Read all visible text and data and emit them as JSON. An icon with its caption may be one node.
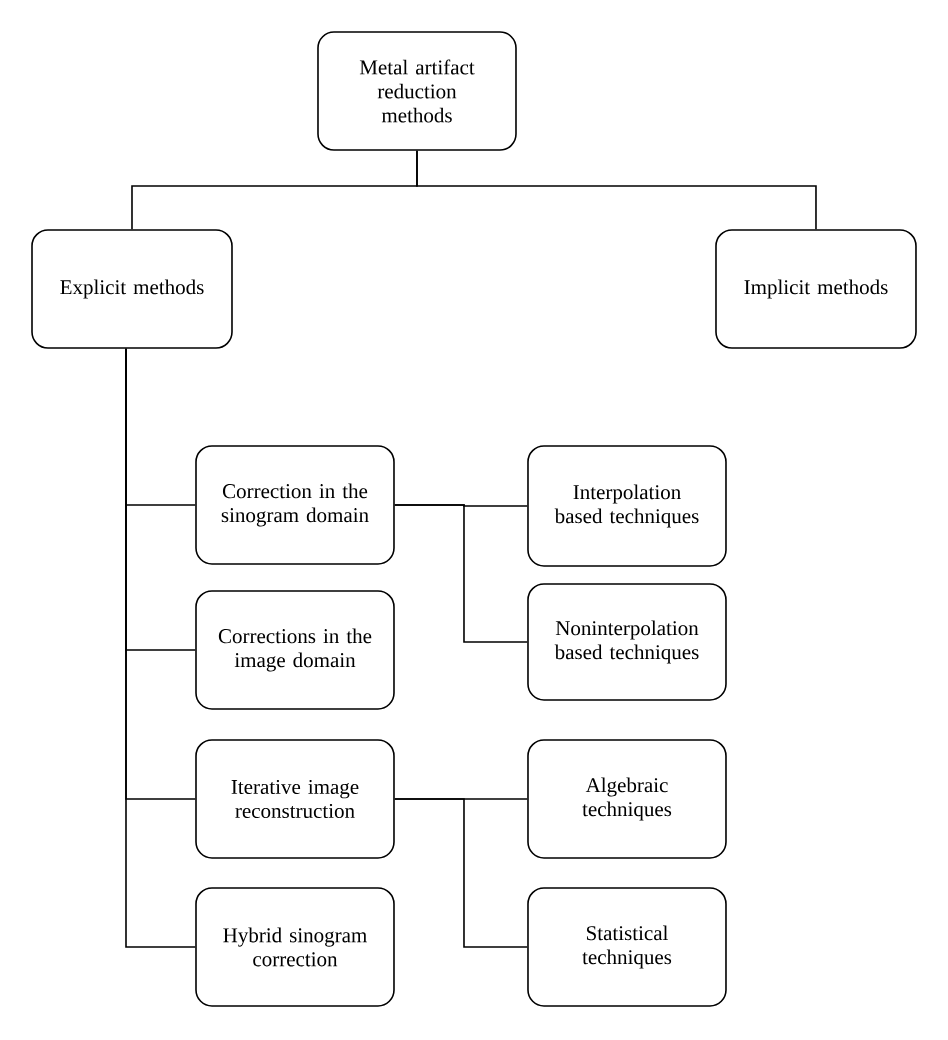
{
  "diagram": {
    "nodes": [
      {
        "text": [
          "Metal artifact reduction methods"
        ]
      },
      {
        "text": [
          "Explicit methods"
        ]
      },
      {
        "text": [
          "Implicit methods"
        ]
      },
      {
        "text": [
          "Correction in the sinogram domain"
        ]
      },
      {
        "text": [
          "Corrections in the image domain"
        ]
      },
      {
        "text": [
          "Iterative image reconstruction"
        ]
      },
      {
        "text": [
          "Hybrid sinogram correction"
        ]
      },
      {
        "text": [
          "Interpolation based techniques"
        ]
      },
      {
        "text": [
          "Noninterpolation based techniques"
        ]
      },
      {
        "text": [
          "Algebraic techniques"
        ]
      },
      {
        "text": [
          "Statistical techniques"
        ]
      }
    ],
    "edges": [
      {
        "from": 0,
        "to": 1,
        "arrow": "none"
      },
      {
        "from": 0,
        "to": 2,
        "arrow": "none"
      },
      {
        "from": 1,
        "to": 3,
        "arrow": "none"
      },
      {
        "from": 1,
        "to": 4,
        "arrow": "none"
      },
      {
        "from": 1,
        "to": 5,
        "arrow": "none"
      },
      {
        "from": 1,
        "to": 6,
        "arrow": "none"
      },
      {
        "from": 3,
        "to": 7,
        "arrow": "none"
      },
      {
        "from": 3,
        "to": 8,
        "arrow": "none"
      },
      {
        "from": 5,
        "to": 9,
        "arrow": "none"
      },
      {
        "from": 5,
        "to": 10,
        "arrow": "none"
      }
    ]
  }
}
